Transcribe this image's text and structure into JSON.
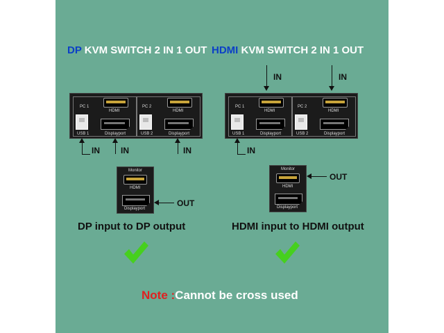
{
  "titles": {
    "left": {
      "highlight": "DP",
      "rest": " KVM SWITCH 2 IN 1 OUT",
      "highlight_color": "#0b3fc7"
    },
    "right": {
      "highlight": "HDMI",
      "rest": " KVM SWITCH 2 IN 1 OUT",
      "highlight_color": "#0b3fc7"
    }
  },
  "panel_labels": {
    "pc1": "PC 1",
    "pc2": "PC 2",
    "usb1": "USB 1",
    "usb2": "USB 2",
    "hdmi": "HDMI",
    "displayport": "Displayport",
    "monitor": "Monitor"
  },
  "arrow_labels": {
    "in": "IN",
    "out": "OUT"
  },
  "captions": {
    "left": "DP input to DP output",
    "right": "HDMI input to HDMI output"
  },
  "note": {
    "prefix": "Note :",
    "text": "Cannot be cross used",
    "prefix_color": "#e02020"
  },
  "colors": {
    "background": "#6aab94",
    "check": "#46d01e"
  }
}
